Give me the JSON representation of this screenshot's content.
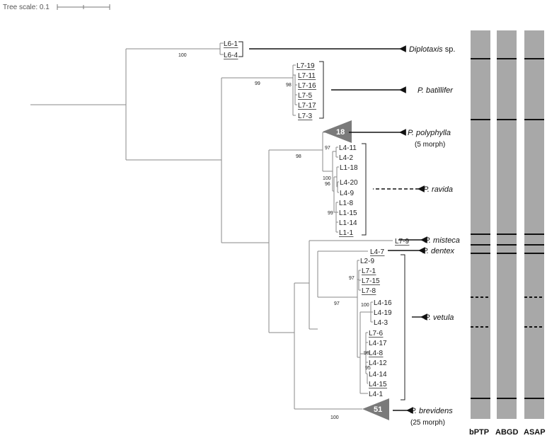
{
  "scale": {
    "label": "Tree scale: 0.1"
  },
  "tips": [
    "L6-1",
    "L6-4",
    "L7-19",
    "L7-11",
    "L7-16",
    "L7-5",
    "L7-17",
    "L7-3",
    "L4-11",
    "L4-2",
    "L1-18",
    "L4-20",
    "L4-9",
    "L1-8",
    "L1-15",
    "L1-14",
    "L1-1",
    "L7-9",
    "L4-7",
    "L2-9",
    "L7-1",
    "L7-15",
    "L7-8",
    "L4-16",
    "L4-19",
    "L4-3",
    "L7-6",
    "L4-17",
    "L4-8",
    "L4-12",
    "L4-14",
    "L4-15",
    "L4-1"
  ],
  "underlined_tips": [
    "L6-1",
    "L6-4",
    "L7-19",
    "L7-11",
    "L7-16",
    "L7-5",
    "L7-17",
    "L7-3",
    "L1-1",
    "L7-9",
    "L4-7",
    "L7-1",
    "L7-15",
    "L7-8",
    "L7-6",
    "L4-8",
    "L4-15"
  ],
  "collapsed": [
    {
      "count": "18",
      "species": "P. polyphylla",
      "note": "(5 morph)"
    },
    {
      "count": "51",
      "species": "P. brevidens",
      "note": "(25 morph)"
    }
  ],
  "support_values": [
    "100",
    "99",
    "98",
    "98",
    "97",
    "100",
    "96",
    "99",
    "97",
    "97",
    "100",
    "98",
    "95",
    "100"
  ],
  "species_labels": [
    {
      "italic": "Diplotaxis",
      "suffix": " sp.",
      "arrow": "solid"
    },
    {
      "italic": "P. batillifer",
      "suffix": "",
      "arrow": "solid"
    },
    {
      "italic": "P. ravida",
      "suffix": "",
      "arrow": "dashed"
    },
    {
      "italic": "P. misteca",
      "suffix": "",
      "arrow": "solid"
    },
    {
      "italic": "P. dentex",
      "suffix": "",
      "arrow": "solid"
    },
    {
      "italic": "P. vetula",
      "suffix": "",
      "arrow": "solid"
    }
  ],
  "methods": [
    "bPTP",
    "ABGD",
    "ASAP"
  ],
  "colors": {
    "bar": "#a8a8a8",
    "tree": "#888888",
    "triangle": "#7a7a7a",
    "text": "#111111"
  }
}
